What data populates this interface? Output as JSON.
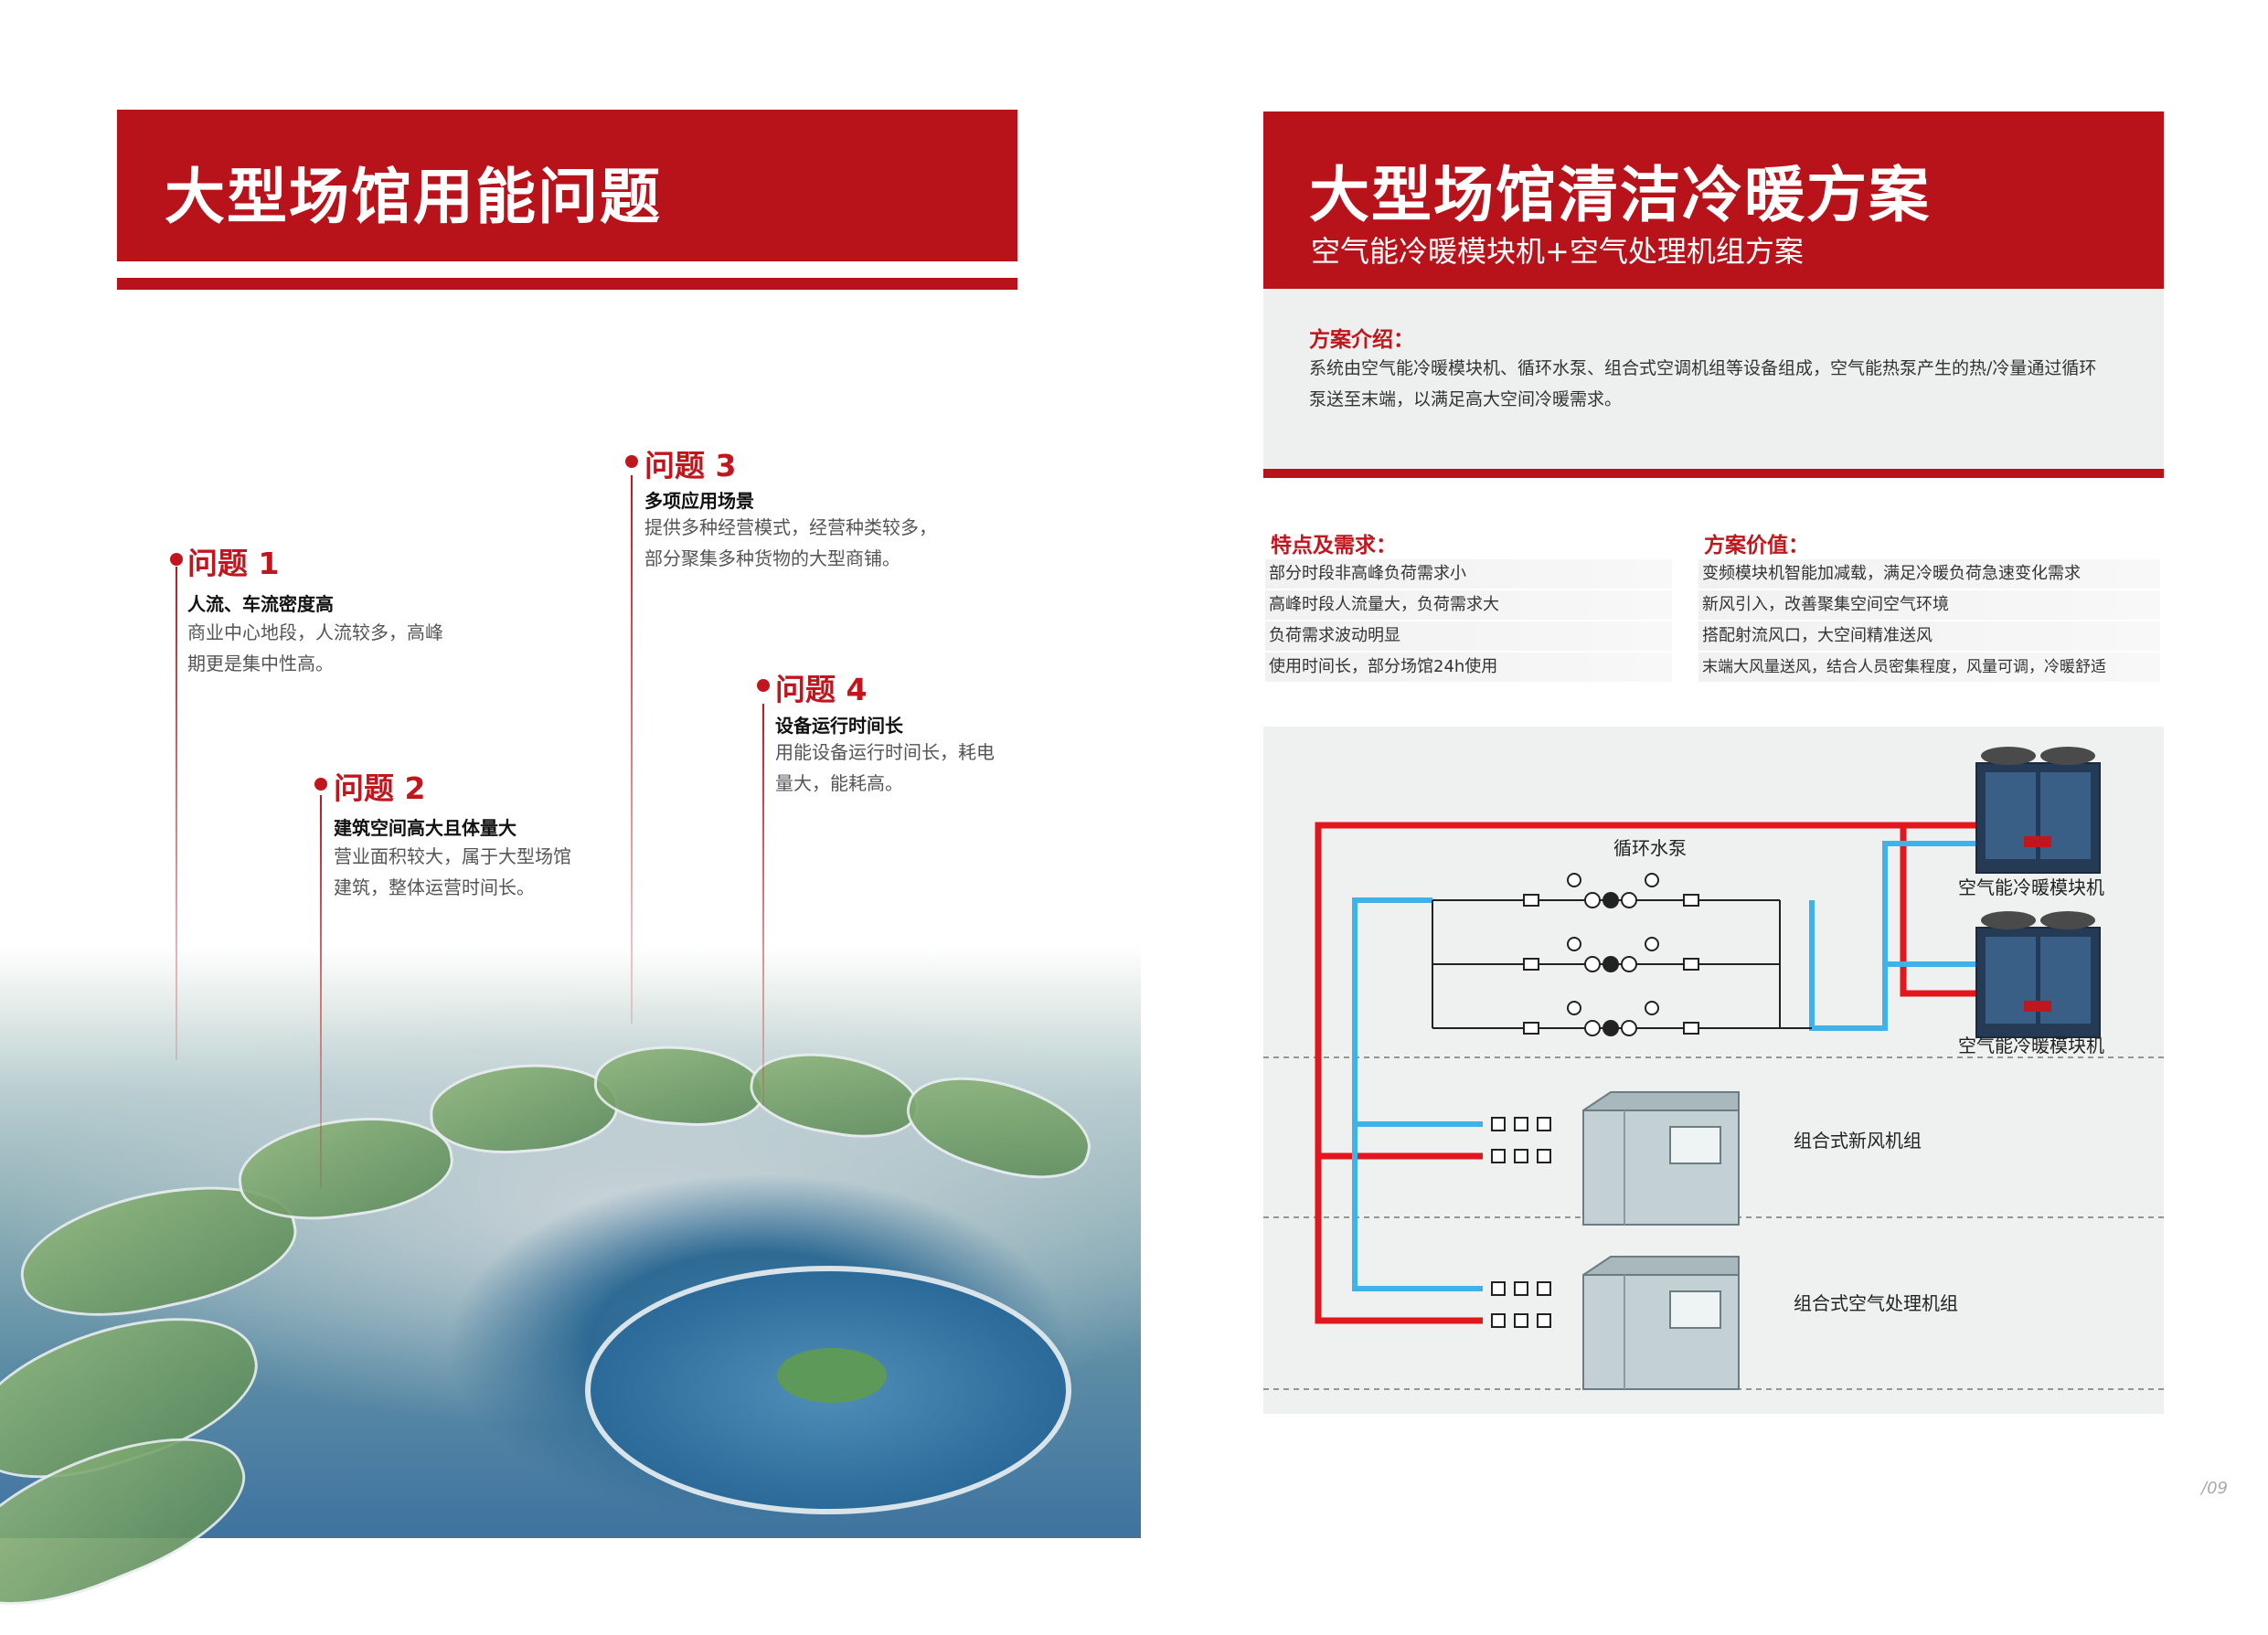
{
  "left": {
    "title": "大型场馆用能问题",
    "issues": [
      {
        "label": "问题 1",
        "subtitle": "人流、车流密度高",
        "lines": [
          "商业中心地段，人流较多，高峰",
          "期更是集中性高。"
        ]
      },
      {
        "label": "问题 2",
        "subtitle": "建筑空间高大且体量大",
        "lines": [
          "营业面积较大，属于大型场馆",
          "建筑，整体运营时间长。"
        ]
      },
      {
        "label": "问题 3",
        "subtitle": "多项应用场景",
        "lines": [
          "提供多种经营模式，经营种类较多，",
          "部分聚集多种货物的大型商铺。"
        ]
      },
      {
        "label": "问题 4",
        "subtitle": "设备运行时间长",
        "lines": [
          "用能设备运行时间长，耗电",
          "量大，能耗高。"
        ]
      }
    ]
  },
  "right": {
    "title": "大型场馆清洁冷暖方案",
    "subtitle": "空气能冷暖模块机+空气处理机组方案",
    "intro": {
      "heading": "方案介绍：",
      "text": "系统由空气能冷暖模块机、循环水泵、组合式空调机组等设备组成，空气能热泵产生的热/冷量通过循环泵送至末端，以满足高大空间冷暖需求。"
    },
    "features": {
      "heading": "特点及需求：",
      "items": [
        "部分时段非高峰负荷需求小",
        "高峰时段人流量大，负荷需求大",
        "负荷需求波动明显",
        "使用时间长，部分场馆24h使用"
      ]
    },
    "values": {
      "heading": "方案价值：",
      "items": [
        "变频模块机智能加减载，满足冷暖负荷急速变化需求",
        "新风引入，改善聚集空间空气环境",
        "搭配射流风口，大空间精准送风",
        "末端大风量送风，结合人员密集程度，风量可调，冷暖舒适"
      ]
    },
    "diagram": {
      "pump_label": "循环水泵",
      "unit_label_1": "空气能冷暖模块机",
      "unit_label_2": "空气能冷暖模块机",
      "ahu_label_1": "组合式新风机组",
      "ahu_label_2": "组合式空气处理机组",
      "supply_color": "#e2161d",
      "return_color": "#3fb2ea"
    }
  },
  "page_number": "/09"
}
